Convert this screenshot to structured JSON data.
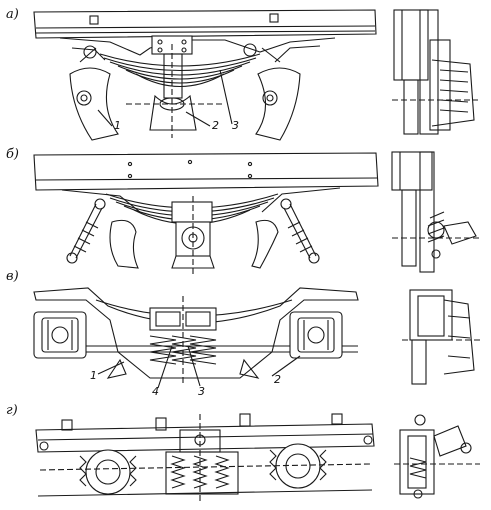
{
  "panels": [
    {
      "id": "a",
      "label": "а)",
      "callouts": [
        "1",
        "2",
        "3"
      ]
    },
    {
      "id": "b",
      "label": "б)",
      "callouts": []
    },
    {
      "id": "v",
      "label": "в)",
      "callouts": [
        "1",
        "2",
        "4",
        "3"
      ]
    },
    {
      "id": "g",
      "label": "г)",
      "callouts": []
    }
  ],
  "colors": {
    "ink": "#1a1a1a",
    "paper": "#ffffff"
  }
}
